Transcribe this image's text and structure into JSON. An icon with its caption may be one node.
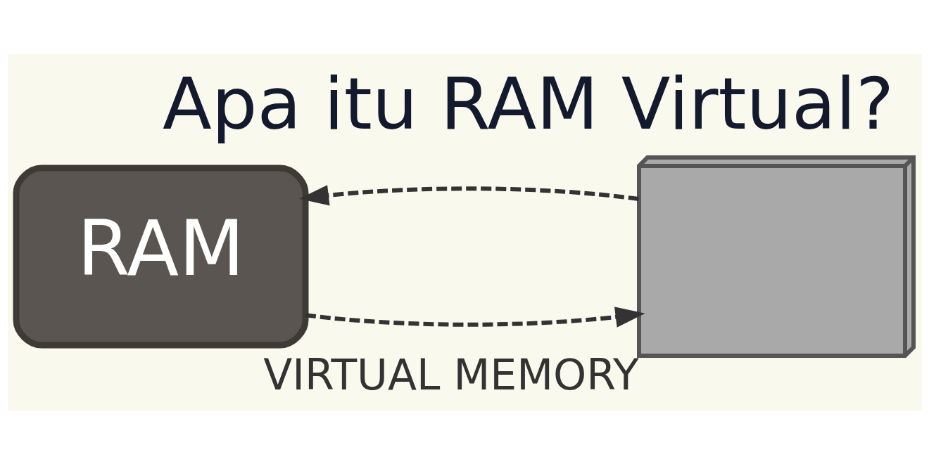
{
  "diagram": {
    "title": "Apa itu RAM Virtual?",
    "nodes": [
      {
        "text": [
          "RAM"
        ]
      },
      {
        "text": [],
        "shape": "picture",
        "beside": [
          "VIRTUAL MEMORY"
        ]
      }
    ],
    "edges": [
      {
        "from": 0,
        "to": 1,
        "arrow": "to",
        "style": "dashed"
      },
      {
        "from": 1,
        "to": 0,
        "arrow": "to",
        "style": "dashed"
      }
    ]
  }
}
